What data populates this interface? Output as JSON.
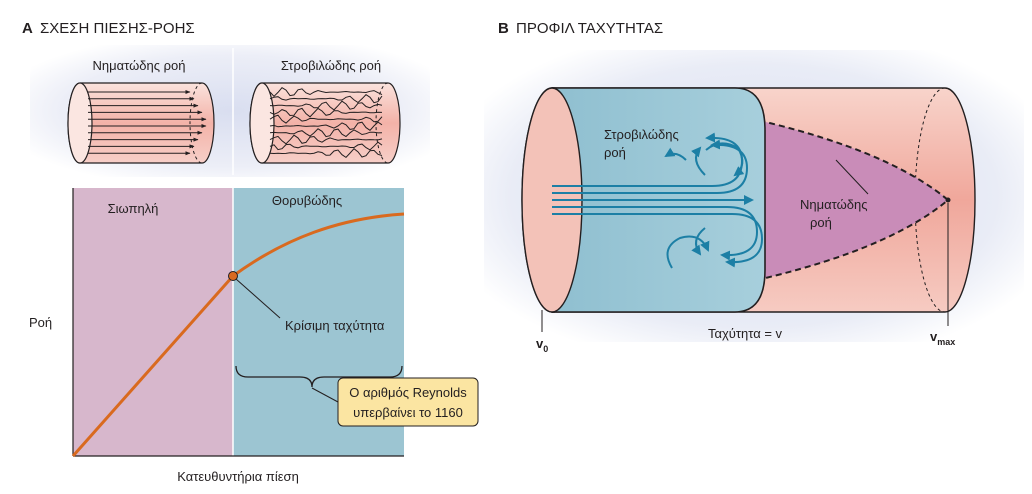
{
  "panel_a": {
    "letter": "A",
    "title": "ΣΧΕΣΗ ΠΙΕΣΗΣ-ΡΟΗΣ",
    "tube_laminar_label": "Νηματώδης ροή",
    "tube_turbulent_label": "Στροβιλώδης ροή",
    "region_left_label": "Σιωπηλή",
    "region_right_label": "Θορυβώδης",
    "critical_label": "Κρίσιμη ταχύτητα",
    "reynolds_line1": "Ο αριθμός Reynolds",
    "reynolds_line2": "υπερβαίνει το 1160",
    "y_axis_label": "Ροή",
    "x_axis_label": "Κατευθυντήρια πίεση"
  },
  "panel_b": {
    "letter": "B",
    "title": "ΠΡΟΦΙΛ ΤΑΧΥΤΗΤΑΣ",
    "turbulent_line1": "Στροβιλώδης",
    "turbulent_line2": "ροή",
    "laminar_line1": "Νηματώδης",
    "laminar_line2": "ροή",
    "v0": "v",
    "v0_sub": "0",
    "vmax": "v",
    "vmax_sub": "max",
    "velocity_label": "Ταχύτητα = v"
  },
  "colors": {
    "pink_region": "#d7b7cc",
    "blue_region": "#9cc5d2",
    "curve": "#d96a1f",
    "tube_pink": "#f1a9a0",
    "flow_line": "#1c7fa5",
    "laminar_body": "#c98cb8"
  }
}
